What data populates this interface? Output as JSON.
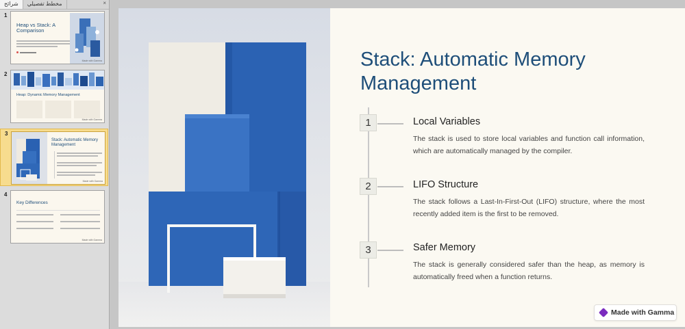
{
  "pane": {
    "tabs": [
      "شرائح",
      "مخطط تفصيلي"
    ],
    "close_glyph": "×",
    "thumbnails": [
      {
        "number": "1",
        "title": "Heap vs Stack: A Comparison"
      },
      {
        "number": "2",
        "title": "Heap: Dynamic Memory Management"
      },
      {
        "number": "3",
        "title": "Stack: Automatic Memory Management"
      },
      {
        "number": "4",
        "title": "Key Differences"
      }
    ]
  },
  "slide": {
    "title": "Stack: Automatic Memory Management",
    "items": [
      {
        "number": "1",
        "heading": "Local Variables",
        "body": "The stack is used to store local variables and function call information, which are automatically managed by the compiler."
      },
      {
        "number": "2",
        "heading": "LIFO Structure",
        "body": "The stack follows a Last-In-First-Out (LIFO) structure, where the most recently added item is the first to be removed."
      },
      {
        "number": "3",
        "heading": "Safer Memory",
        "body": "The stack is generally considered safer than the heap, as memory is automatically freed when a function returns."
      }
    ],
    "badge": "Made with Gamma"
  },
  "colors": {
    "title": "#1e4e79",
    "blue_block": "#2a61b2",
    "selected_thumb": "#f7dc8e"
  }
}
